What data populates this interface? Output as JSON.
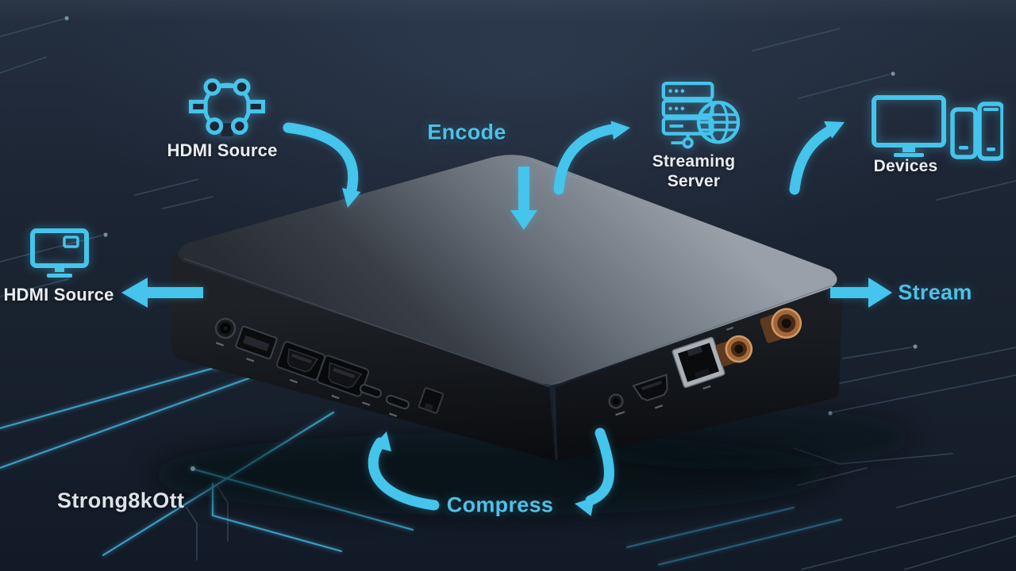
{
  "title": "HDMI encoder streaming workflow infographic",
  "watermark": "Strong8kOtt",
  "labels": {
    "hdmi_source_top": "HDMI Source",
    "encode": "Encode",
    "streaming_server": "Streaming Server",
    "devices": "Devices",
    "hdmi_source_left": "HDMI Source",
    "stream": "Stream",
    "compress": "Compress"
  },
  "icons": {
    "hdmi_source_top": "network-nodes-icon",
    "streaming_server": "server-globe-icon",
    "devices": "monitor-phone-tablet-icon",
    "hdmi_source_left": "monitor-icon"
  },
  "device": {
    "type": "hardware video encoder box",
    "front_left_ports": [
      "audio-jack",
      "usb-a",
      "hdmi",
      "hdmi",
      "usb-c",
      "usb-c",
      "rj-port"
    ],
    "front_right_ports": [
      "audio-jack",
      "hdmi",
      "ethernet-rj45",
      "antenna-connector",
      "antenna-connector"
    ]
  },
  "colors": {
    "bg_top": "#2c3748",
    "bg_mid": "#1d2635",
    "bg_bottom": "#121a27",
    "accent": "#45c4ec",
    "accent_text": "#4fc0e6",
    "label_white": "#e9edf1",
    "watermark_white": "#dde2e8",
    "trace_dim": "#41586f",
    "trace_glow": "#3fb0d8",
    "device_top_light": "#99a0a9",
    "device_top_dark": "#282c33",
    "device_face": "#15171c",
    "antenna_copper": "#a3663a"
  }
}
